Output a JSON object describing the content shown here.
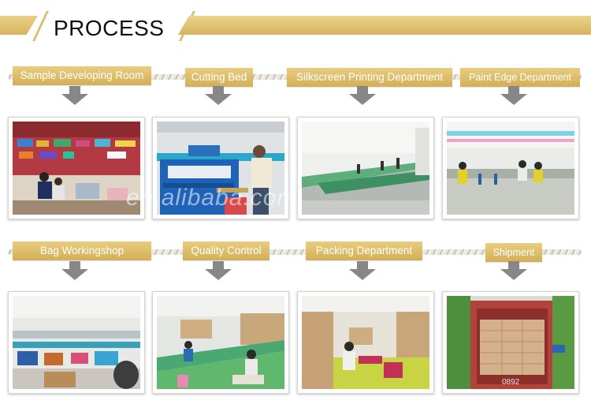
{
  "header": {
    "title": "PROCESS"
  },
  "steps": [
    {
      "label": "Sample Developing Room"
    },
    {
      "label": "Cutting Bed"
    },
    {
      "label": "Silkscreen Printing Department"
    },
    {
      "label": "Paint Edge Department"
    },
    {
      "label": "Bag Workingshop"
    },
    {
      "label": "Quality Control"
    },
    {
      "label": "Packing Department"
    },
    {
      "label": "Shipment"
    }
  ],
  "watermark": "en.alibaba.com",
  "container_code": "0892",
  "colors": {
    "gold": "#d9b863",
    "arrow": "#878787",
    "frame_border": "#d4d4d4"
  }
}
